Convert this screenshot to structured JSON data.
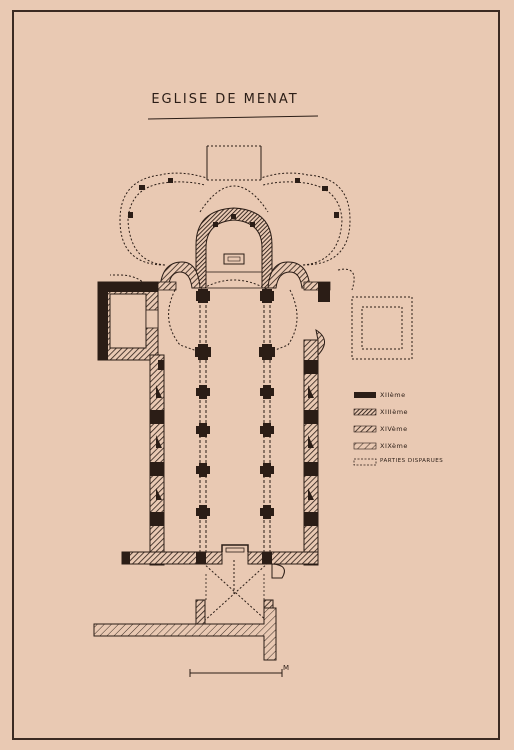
{
  "title": "EGLISE DE MENAT",
  "legend": [
    {
      "label": "XIIème",
      "style": "solid"
    },
    {
      "label": "XIIIème",
      "style": "dense-hatch"
    },
    {
      "label": "XIVème",
      "style": "hatch"
    },
    {
      "label": "XIXème",
      "style": "light-hatch"
    },
    {
      "label": "PARTIES DISPARUES",
      "style": "dashed"
    }
  ],
  "scale_label": "M",
  "colors": {
    "paper": "#e9c9b3",
    "ink": "#2b1d16"
  }
}
